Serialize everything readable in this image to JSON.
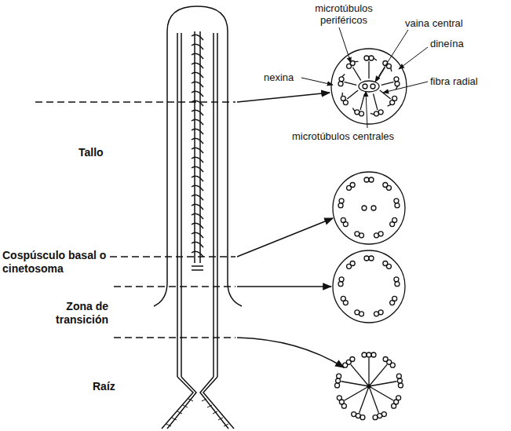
{
  "diagram": {
    "labels": [
      "microtúbulos periféricos",
      "vaina central",
      "dineína",
      "nexina",
      "fibra radial",
      "microtúbulos centrales",
      "Tallo",
      "Cospúsculo basal o cinetosoma",
      "Zona de transición",
      "Raíz"
    ]
  }
}
